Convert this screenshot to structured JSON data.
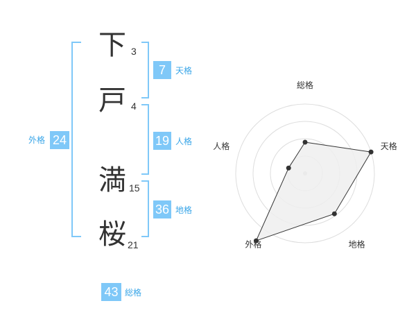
{
  "name": {
    "chars": [
      {
        "char": "下",
        "strokes": "3"
      },
      {
        "char": "戸",
        "strokes": "4"
      },
      {
        "char": "満",
        "strokes": "15"
      },
      {
        "char": "桜",
        "strokes": "21"
      }
    ]
  },
  "kaku": {
    "tenkaku": {
      "value": "7",
      "label": "天格"
    },
    "jinkaku": {
      "value": "19",
      "label": "人格"
    },
    "chikaku": {
      "value": "36",
      "label": "地格"
    },
    "gaikaku": {
      "value": "24",
      "label": "外格"
    },
    "soukaku": {
      "value": "43",
      "label": "総格"
    }
  },
  "chart_data": {
    "type": "radar",
    "axes": [
      "総格",
      "天格",
      "地格",
      "外格",
      "人格"
    ],
    "values": [
      0.45,
      1.0,
      0.72,
      1.2,
      0.25
    ],
    "rings": 4,
    "grid": true
  }
}
